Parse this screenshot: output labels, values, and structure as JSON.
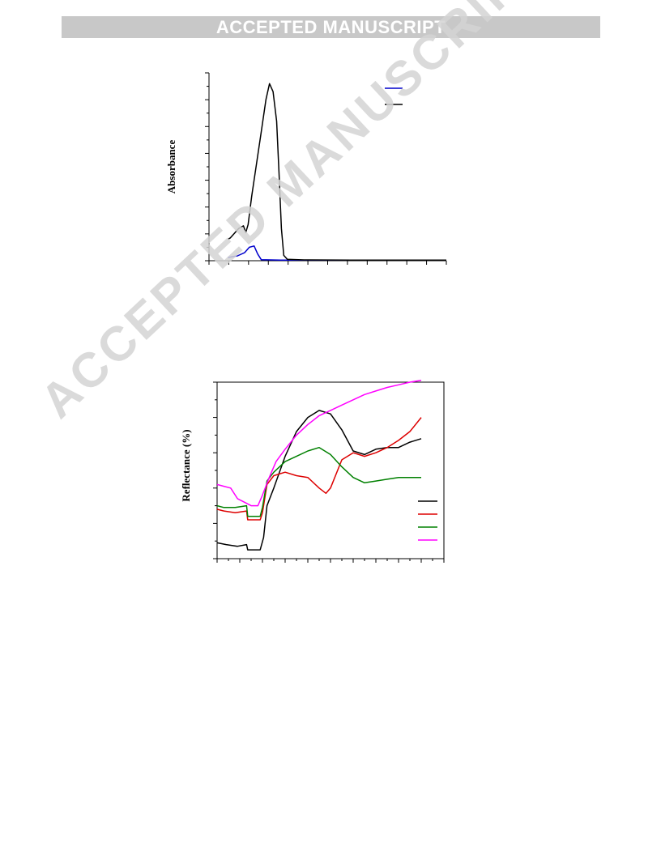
{
  "banner": {
    "text": "ACCEPTED MANUSCRIPT"
  },
  "watermark": {
    "text": "ACCEPTED MANUSCRIPT"
  },
  "chart_data": [
    {
      "type": "line",
      "ylabel": "Absorbance",
      "xlabel": "",
      "xlim": [
        0,
        10
      ],
      "ylim": [
        0,
        7
      ],
      "legend": "top-right",
      "series": [
        {
          "color": "#0000cc",
          "points": [
            [
              0.8,
              0.12
            ],
            [
              1.2,
              0.18
            ],
            [
              1.5,
              0.3
            ],
            [
              1.7,
              0.5
            ],
            [
              1.9,
              0.55
            ],
            [
              2.05,
              0.25
            ],
            [
              2.2,
              0.04
            ],
            [
              3,
              0.02
            ],
            [
              5,
              0.02
            ],
            [
              10,
              0.02
            ]
          ]
        },
        {
          "color": "#000000",
          "points": [
            [
              0.8,
              0.8
            ],
            [
              0.9,
              0.85
            ],
            [
              1.0,
              0.95
            ],
            [
              1.1,
              1.05
            ],
            [
              1.25,
              1.2
            ],
            [
              1.35,
              1.25
            ],
            [
              1.45,
              1.3
            ],
            [
              1.55,
              1.05
            ],
            [
              1.65,
              1.35
            ],
            [
              1.8,
              2.4
            ],
            [
              2.0,
              3.6
            ],
            [
              2.2,
              4.8
            ],
            [
              2.4,
              6.0
            ],
            [
              2.55,
              6.6
            ],
            [
              2.7,
              6.3
            ],
            [
              2.85,
              5.2
            ],
            [
              2.95,
              3.3
            ],
            [
              3.05,
              1.2
            ],
            [
              3.15,
              0.2
            ],
            [
              3.3,
              0.05
            ],
            [
              4,
              0.03
            ],
            [
              6,
              0.02
            ],
            [
              10,
              0.02
            ]
          ]
        }
      ]
    },
    {
      "type": "line",
      "ylabel": "Reflectance (%)",
      "xlabel": "",
      "xlim": [
        0,
        10
      ],
      "ylim": [
        0,
        100
      ],
      "legend": "bottom-right",
      "series": [
        {
          "color": "#000000",
          "points": [
            [
              0,
              9
            ],
            [
              0.4,
              8
            ],
            [
              0.9,
              7
            ],
            [
              1.3,
              8
            ],
            [
              1.35,
              5
            ],
            [
              1.9,
              5
            ],
            [
              2.05,
              12
            ],
            [
              2.2,
              30
            ],
            [
              2.5,
              40
            ],
            [
              3,
              58
            ],
            [
              3.5,
              72
            ],
            [
              4,
              80
            ],
            [
              4.5,
              84
            ],
            [
              5,
              82
            ],
            [
              5.5,
              73
            ],
            [
              6,
              61
            ],
            [
              6.5,
              59
            ],
            [
              7,
              62
            ],
            [
              7.5,
              63
            ],
            [
              8,
              63
            ],
            [
              8.5,
              66
            ],
            [
              9,
              68
            ]
          ]
        },
        {
          "color": "#dd0000",
          "points": [
            [
              0,
              28
            ],
            [
              0.3,
              27
            ],
            [
              0.8,
              26
            ],
            [
              1.3,
              27
            ],
            [
              1.35,
              22
            ],
            [
              1.9,
              22
            ],
            [
              2.0,
              26
            ],
            [
              2.2,
              42
            ],
            [
              2.5,
              47
            ],
            [
              3,
              49
            ],
            [
              3.5,
              47
            ],
            [
              4,
              46
            ],
            [
              4.5,
              40
            ],
            [
              4.8,
              37
            ],
            [
              5,
              40
            ],
            [
              5.5,
              56
            ],
            [
              6,
              60
            ],
            [
              6.5,
              58
            ],
            [
              7,
              60
            ],
            [
              7.5,
              63
            ],
            [
              8,
              67
            ],
            [
              8.5,
              72
            ],
            [
              9,
              80
            ]
          ]
        },
        {
          "color": "#008000",
          "points": [
            [
              0,
              30
            ],
            [
              0.3,
              29
            ],
            [
              0.8,
              29
            ],
            [
              1.3,
              30
            ],
            [
              1.35,
              24
            ],
            [
              1.9,
              24
            ],
            [
              2.0,
              29
            ],
            [
              2.2,
              44
            ],
            [
              2.5,
              49
            ],
            [
              3,
              55
            ],
            [
              3.5,
              58
            ],
            [
              4,
              61
            ],
            [
              4.5,
              63
            ],
            [
              5,
              59
            ],
            [
              5.5,
              52
            ],
            [
              6,
              46
            ],
            [
              6.5,
              43
            ],
            [
              7,
              44
            ],
            [
              7.5,
              45
            ],
            [
              8,
              46
            ],
            [
              9,
              46
            ]
          ]
        },
        {
          "color": "#ff00ff",
          "points": [
            [
              0,
              42
            ],
            [
              0.3,
              41
            ],
            [
              0.6,
              40
            ],
            [
              0.9,
              34
            ],
            [
              1.2,
              32
            ],
            [
              1.5,
              30
            ],
            [
              1.8,
              30
            ],
            [
              2.0,
              36
            ],
            [
              2.3,
              46
            ],
            [
              2.6,
              55
            ],
            [
              3,
              62
            ],
            [
              3.5,
              70
            ],
            [
              4,
              76
            ],
            [
              4.5,
              81
            ],
            [
              5,
              84
            ],
            [
              5.5,
              87
            ],
            [
              6,
              90
            ],
            [
              6.5,
              93
            ],
            [
              7,
              95
            ],
            [
              7.5,
              97
            ],
            [
              8,
              98.5
            ],
            [
              8.5,
              100
            ],
            [
              9,
              101
            ]
          ]
        }
      ]
    }
  ]
}
